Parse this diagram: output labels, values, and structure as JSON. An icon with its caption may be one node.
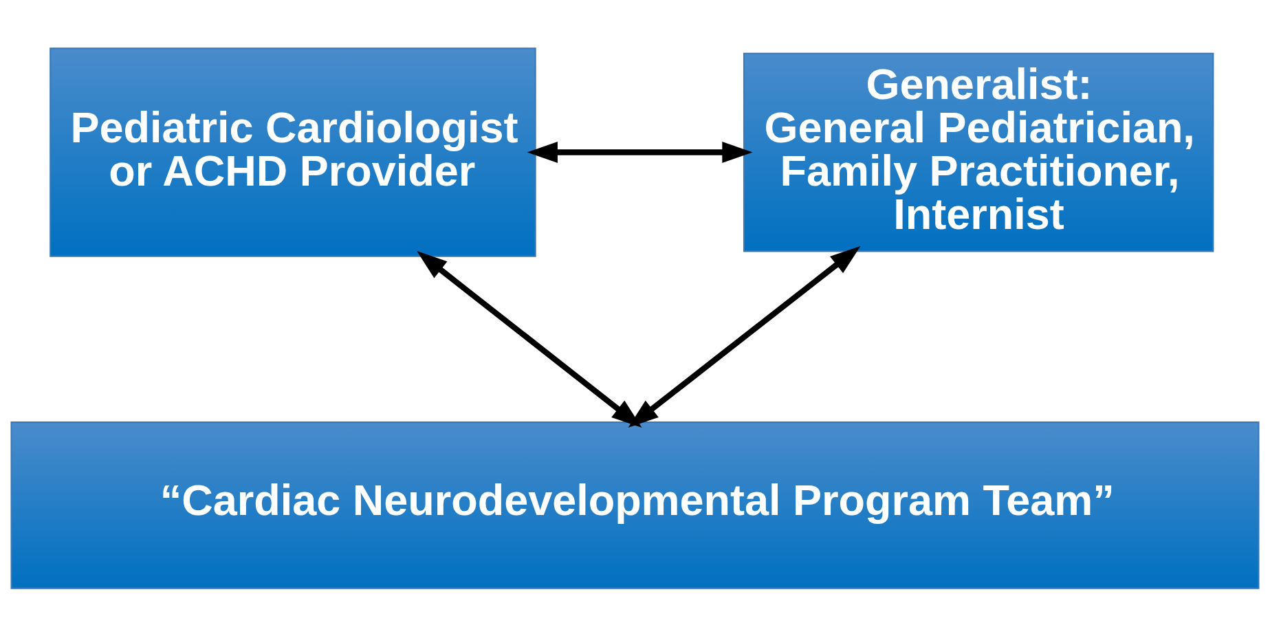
{
  "diagram": {
    "nodes": [
      {
        "text": [
          "Pediatric Cardiologist or ACHD Provider"
        ]
      },
      {
        "text": [
          "Generalist:",
          "General Pediatrician, Family Practitioner, Internist"
        ]
      },
      {
        "text": [
          "“Cardiac Neurodevelopmental Program Team”"
        ]
      }
    ],
    "edges": [
      {
        "from": 0,
        "to": 1,
        "arrow": "both"
      },
      {
        "from": 2,
        "to": 0,
        "arrow": "both"
      },
      {
        "from": 2,
        "to": 1,
        "arrow": "both"
      }
    ]
  }
}
